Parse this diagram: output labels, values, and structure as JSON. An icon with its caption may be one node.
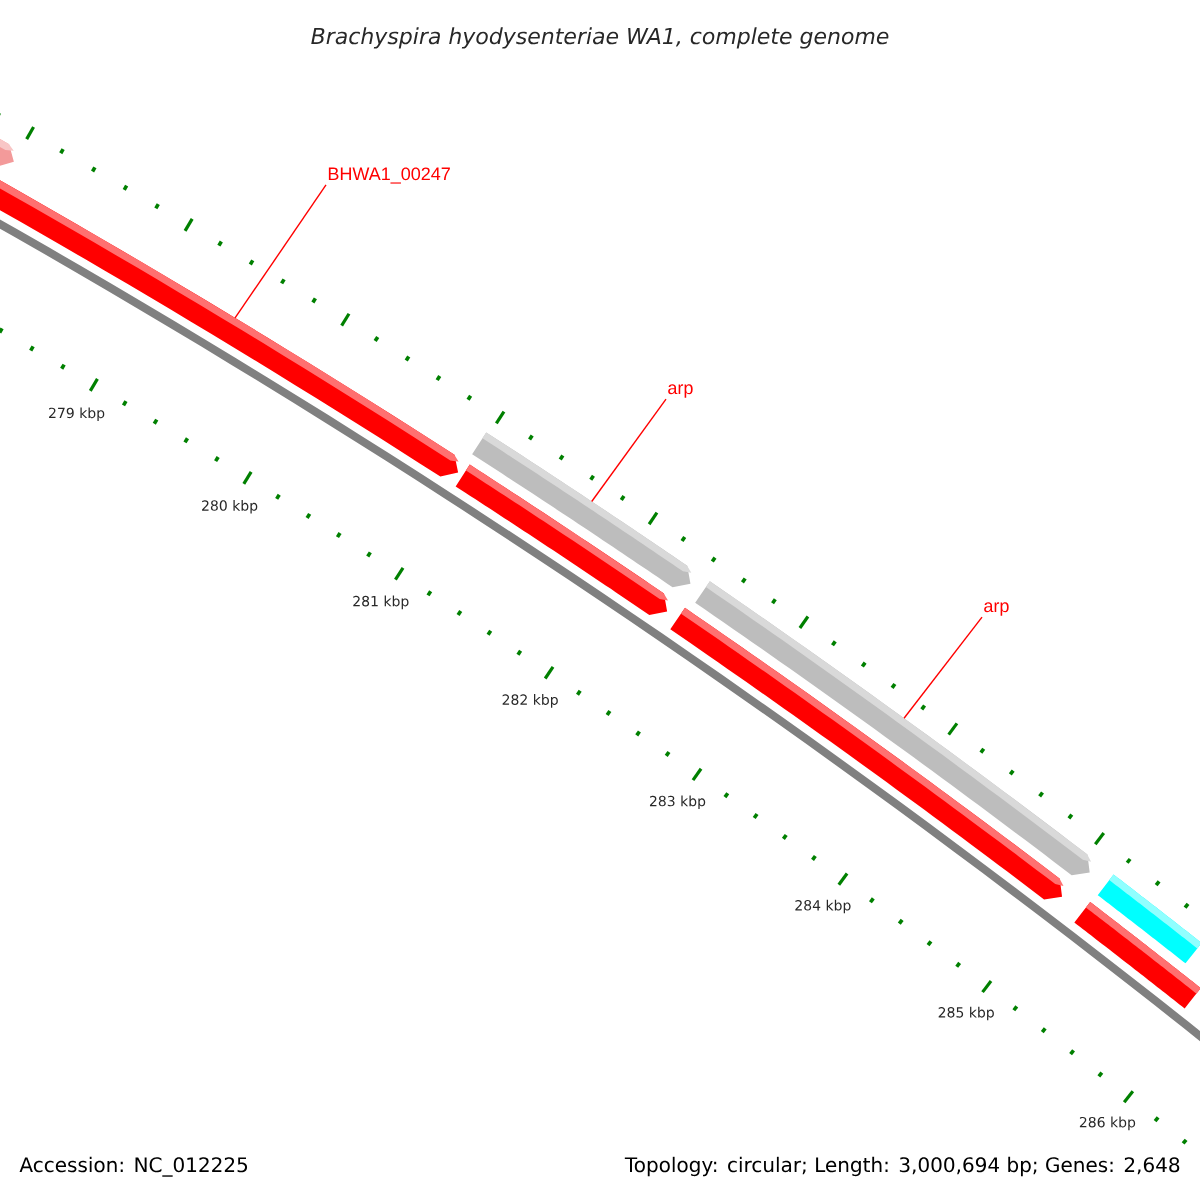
{
  "diagram": {
    "title": "Brachyspira hyodysenteriae WA1, complete genome",
    "nodes": [
      {
        "text": [
          "BHWA1_00247"
        ]
      },
      {
        "text": [
          "arp"
        ]
      },
      {
        "text": [
          "arp"
        ]
      },
      {
        "text": [],
        "shape": "bar"
      },
      {
        "text": [],
        "shape": "bar"
      },
      {
        "text": [],
        "shape": "bar"
      },
      {
        "text": [],
        "shape": "bar"
      },
      {
        "text": [],
        "shape": "bar"
      },
      {
        "text": [],
        "shape": "bar"
      },
      {
        "text": [],
        "shape": "bar"
      },
      {
        "text": [],
        "shape": "bar"
      }
    ],
    "edges": [
      {
        "from": 0,
        "to": 4,
        "arrow": "none"
      },
      {
        "from": 1,
        "to": 5,
        "arrow": "none"
      },
      {
        "from": 2,
        "to": 7,
        "arrow": "none"
      }
    ],
    "labels": [
      "279 kbp",
      "280 kbp",
      "281 kbp",
      "282 kbp",
      "283 kbp",
      "284 kbp",
      "285 kbp",
      "286 kbp",
      "Accession: NC_012225",
      "Topology: circular; Length: 3,000,694 bp; Genes: 2,648"
    ]
  }
}
